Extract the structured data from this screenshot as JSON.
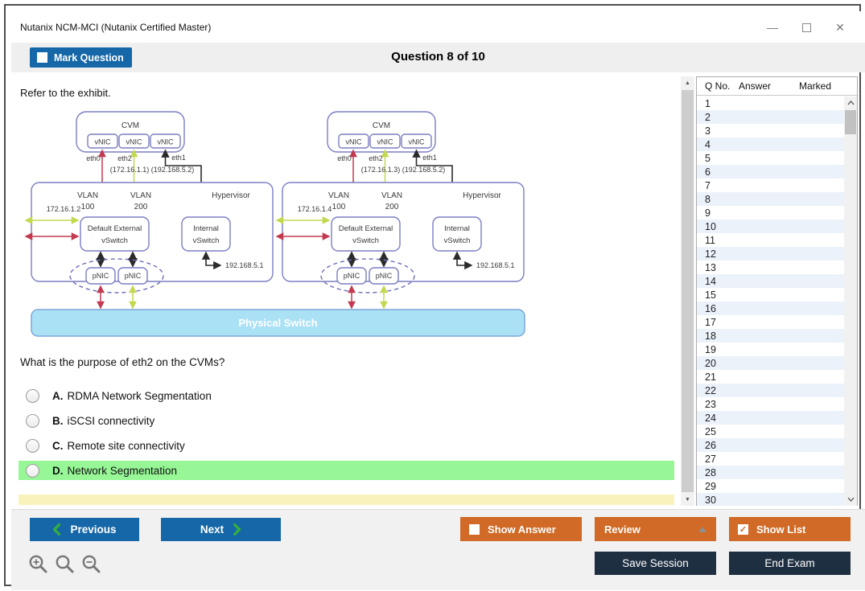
{
  "window": {
    "title": "Nutanix NCM-MCI (Nutanix Certified Master)",
    "minimize_glyph": "—",
    "close_glyph": "✕"
  },
  "header": {
    "mark_question_label": "Mark Question",
    "question_counter": "Question 8 of 10"
  },
  "main": {
    "exhibit_intro": "Refer to the exhibit.",
    "question_text": "What is the purpose of eth2 on the CVMs?",
    "options": [
      {
        "letter": "A.",
        "text": "RDMA Network Segmentation",
        "highlight": false
      },
      {
        "letter": "B.",
        "text": "iSCSI connectivity",
        "highlight": false
      },
      {
        "letter": "C.",
        "text": "Remote site connectivity",
        "highlight": false
      },
      {
        "letter": "D.",
        "text": "Network Segmentation",
        "highlight": true
      }
    ],
    "highlight_color": "#97f797",
    "partial_row_color": "#faf2bc"
  },
  "diagram": {
    "labels": {
      "cvm": "CVM",
      "vnic": "vNIC",
      "pnic": "pNIC",
      "eth0": "eth0",
      "eth1": "eth1",
      "eth2": "eth2",
      "vlan": "VLAN",
      "vlan100": "100",
      "vlan200": "200",
      "hypervisor": "Hypervisor",
      "default_external_line1": "Default External",
      "default_external_line2": "vSwitch",
      "internal_line1": "Internal",
      "internal_line2": "vSwitch",
      "physical_switch": "Physical Switch"
    },
    "hosts": [
      {
        "cvm_ips": "(172.16.1.1) (192.168.5.2)",
        "host_ip": "172.16.1.2",
        "internal_ip": "192.168.5.1"
      },
      {
        "cvm_ips": "(172.16.1.3) (192.168.5.2)",
        "host_ip": "172.16.1.4",
        "internal_ip": "192.168.5.1"
      }
    ],
    "colors": {
      "box_border": "#7b7ec2",
      "red": "#c23a50",
      "green": "#c3d850",
      "black": "#2b2b2b",
      "switch_fill": "#abe1f5",
      "switch_border": "#7ca6d8",
      "dashed": "#6a6db5",
      "text": "#3a3a3a"
    }
  },
  "sidebar": {
    "columns": [
      "Q No.",
      "Answer",
      "Marked"
    ],
    "question_numbers": [
      1,
      2,
      3,
      4,
      5,
      6,
      7,
      8,
      9,
      10,
      11,
      12,
      13,
      14,
      15,
      16,
      17,
      18,
      19,
      20,
      21,
      22,
      23,
      24,
      25,
      26,
      27,
      28,
      29,
      30
    ]
  },
  "footer": {
    "previous_label": "Previous",
    "next_label": "Next",
    "show_answer_label": "Show Answer",
    "review_label": "Review",
    "show_list_label": "Show List",
    "save_session_label": "Save Session",
    "end_exam_label": "End Exam",
    "show_answer_checked": false,
    "show_list_checked": true,
    "accent_orange": "#d06a26",
    "navy": "#1f2f42",
    "blue": "#1567a8",
    "chevron_green": "#35b13a"
  }
}
